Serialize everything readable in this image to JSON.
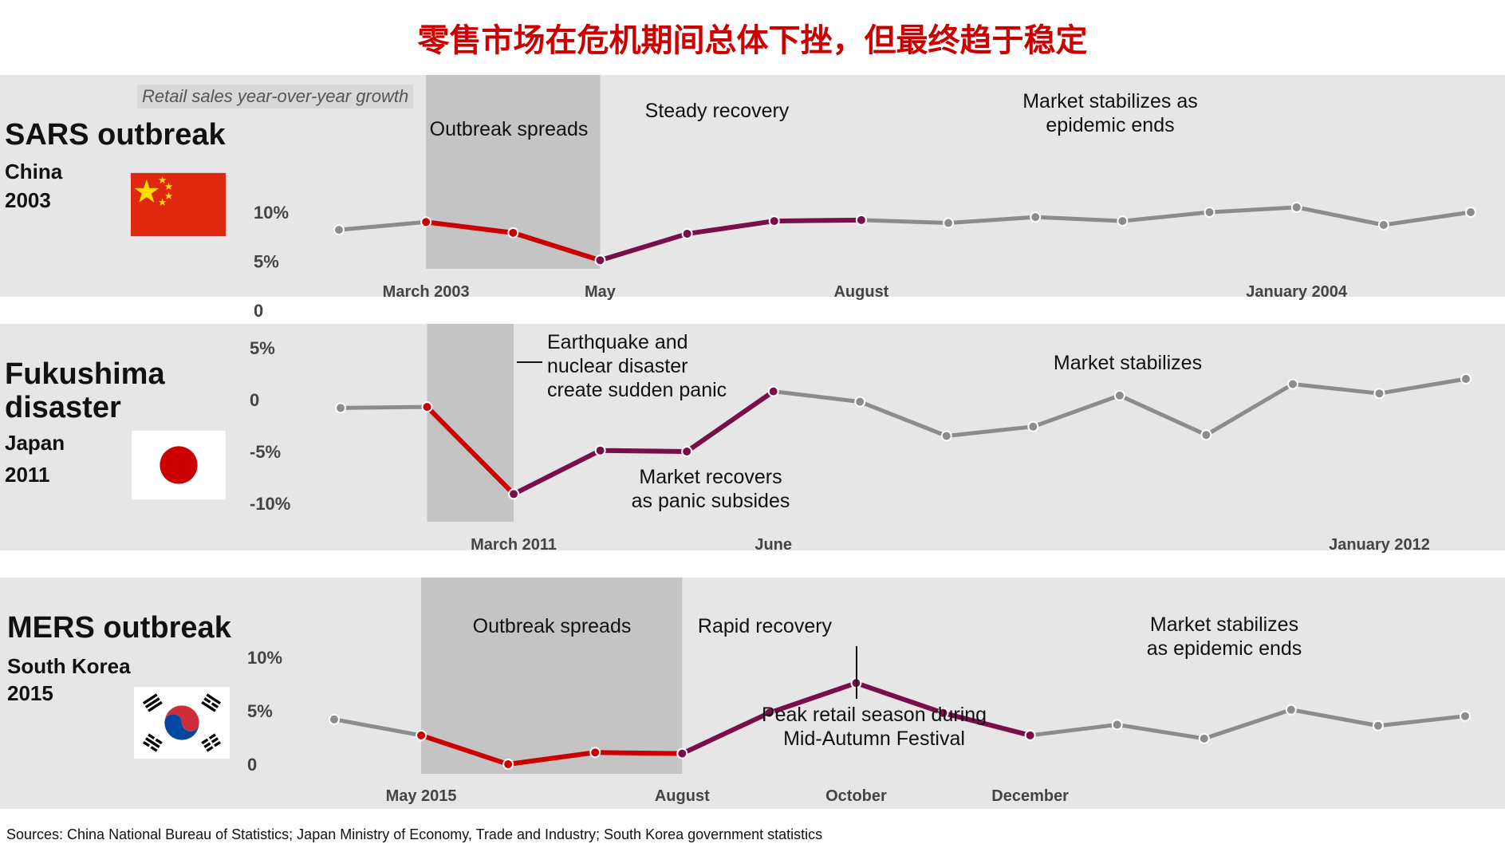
{
  "title": "零售市场在危机期间总体下挫，但最终趋于稳定",
  "colors": {
    "title": "#cc0000",
    "crisis": "#cc0000",
    "recovery": "#7a0e48",
    "baseline": "#8c8c8c",
    "shade": "#c4c4c4",
    "panel_bg": "#e6e6e6"
  },
  "chart_data": [
    {
      "type": "line",
      "name": "SARS outbreak",
      "country": "China",
      "year": "2003",
      "flag": "china-flag",
      "ylabel": "Retail sales year-over-year growth",
      "ytick_labels": [
        "10%",
        "5%",
        "0"
      ],
      "ytick_values": [
        10,
        5,
        0
      ],
      "ylim": [
        0,
        10
      ],
      "x_tick_labels": [
        {
          "i": 1,
          "label": "March 2003"
        },
        {
          "i": 3,
          "label": "May"
        },
        {
          "i": 6,
          "label": "August"
        },
        {
          "i": 11,
          "label": "January 2004"
        }
      ],
      "values": [
        8.2,
        9.0,
        7.9,
        5.1,
        7.8,
        9.1,
        9.2,
        8.9,
        9.5,
        9.1,
        10.0,
        10.5,
        8.7,
        10.0
      ],
      "shade": [
        1,
        3
      ],
      "crisis_range": [
        1,
        3
      ],
      "recovery_range": [
        3,
        6
      ],
      "annotations": [
        "Outbreak spreads",
        "Steady recovery",
        "Market stabilizes as\nepidemic ends"
      ]
    },
    {
      "type": "line",
      "name": "Fukushima disaster",
      "country": "Japan",
      "year": "2011",
      "flag": "japan-flag",
      "ytick_labels": [
        "5%",
        "0",
        "-5%",
        "-10%"
      ],
      "ytick_values": [
        5,
        0,
        -5,
        -10
      ],
      "ylim": [
        -10,
        5
      ],
      "x_tick_labels": [
        {
          "i": 2,
          "label": "March 2011"
        },
        {
          "i": 5,
          "label": "June"
        },
        {
          "i": 12,
          "label": "January 2012"
        }
      ],
      "values": [
        -0.8,
        -0.7,
        -9.1,
        -4.9,
        -5.0,
        0.8,
        -0.2,
        -3.5,
        -2.6,
        0.4,
        -3.4,
        1.5,
        0.6,
        2.0
      ],
      "shade": [
        1,
        2
      ],
      "crisis_range": [
        1,
        2
      ],
      "recovery_range": [
        2,
        5
      ],
      "annotations": [
        "Earthquake and\nnuclear disaster\ncreate sudden panic",
        "Market recovers\nas panic subsides",
        "Market stabilizes"
      ]
    },
    {
      "type": "line",
      "name": "MERS outbreak",
      "country": "South Korea",
      "year": "2015",
      "flag": "south-korea-flag",
      "ytick_labels": [
        "10%",
        "5%",
        "0"
      ],
      "ytick_values": [
        10,
        5,
        0
      ],
      "ylim": [
        0,
        10
      ],
      "x_tick_labels": [
        {
          "i": 1,
          "label": "May 2015"
        },
        {
          "i": 4,
          "label": "August"
        },
        {
          "i": 6,
          "label": "October"
        },
        {
          "i": 8,
          "label": "December"
        }
      ],
      "values": [
        4.2,
        2.7,
        0.0,
        1.1,
        1.0,
        4.8,
        7.6,
        4.8,
        2.7,
        3.7,
        2.4,
        5.1,
        3.6,
        4.5
      ],
      "shade": [
        1,
        4
      ],
      "crisis_range": [
        1,
        4
      ],
      "recovery_range": [
        4,
        8
      ],
      "annotations": [
        "Outbreak spreads",
        "Rapid recovery",
        "Peak retail season during\nMid-Autumn Festival",
        "Market stabilizes\nas epidemic ends"
      ]
    }
  ],
  "source": "Sources: China National Bureau of Statistics; Japan Ministry of Economy, Trade and Industry; South Korea government statistics"
}
